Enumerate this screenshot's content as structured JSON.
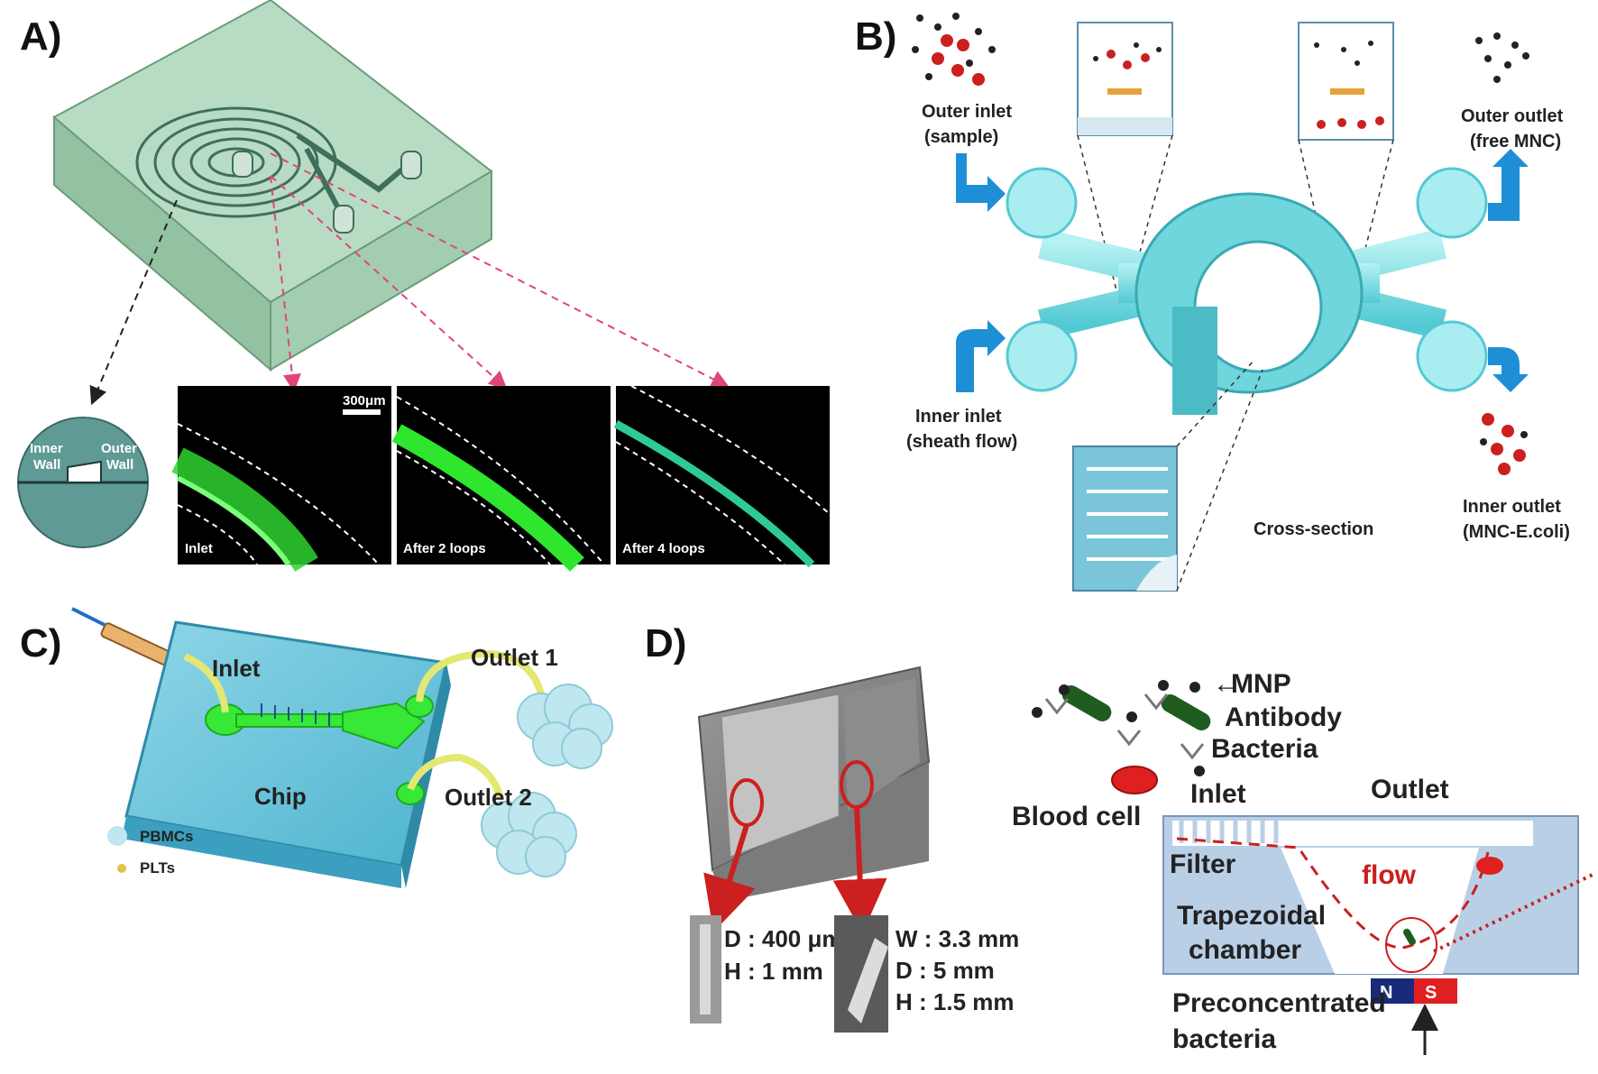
{
  "panels": {
    "a": {
      "label": "A)",
      "wall_inner": [
        "Inner",
        "Wall"
      ],
      "wall_outer": [
        "Outer",
        "Wall"
      ],
      "scale_bar": "300μm",
      "images": [
        "Inlet",
        "After 2 loops",
        "After 4 loops"
      ]
    },
    "b": {
      "label": "B)",
      "outer_inlet": [
        "Outer inlet",
        "(sample)"
      ],
      "inner_inlet": [
        "Inner inlet",
        "(sheath flow)"
      ],
      "outer_outlet": [
        "Outer outlet",
        "(free MNC)"
      ],
      "inner_outlet": [
        "Inner outlet",
        "(MNC-E.coli)"
      ],
      "cross_section": "Cross-section"
    },
    "c": {
      "label": "C)",
      "inlet": "Inlet",
      "outlet1": "Outlet 1",
      "outlet2": "Outlet 2",
      "chip": "Chip",
      "legend_pbmc": "PBMCs",
      "legend_plt": "PLTs"
    },
    "d": {
      "label": "D)",
      "dim_left": [
        "D : 400 μm",
        "H : 1  mm"
      ],
      "dim_right": [
        "W : 3.3 mm",
        "D  :  5  mm",
        "H  : 1.5 mm"
      ],
      "mnp": "MNP",
      "antibody": "Antibody",
      "bacteria": "Bacteria",
      "blood_cell": "Blood cell",
      "inlet": "Inlet",
      "outlet": "Outlet",
      "filter": "Filter",
      "flow": "flow",
      "trapezoidal": [
        "Trapezoidal",
        "chamber"
      ],
      "preconc": [
        "Preconcentrated",
        "bacteria"
      ],
      "magnet_n": "N",
      "magnet_s": "S"
    }
  },
  "colors": {
    "chip_green": "#a9d3b7",
    "teal": "#7fe0e4",
    "fluor_green": "#39e639",
    "arrow_blue": "#1e8fd6",
    "chip_blue": "#5bc0d6",
    "chamber_blue": "#b9cfe6",
    "red": "#cc1f1f"
  }
}
